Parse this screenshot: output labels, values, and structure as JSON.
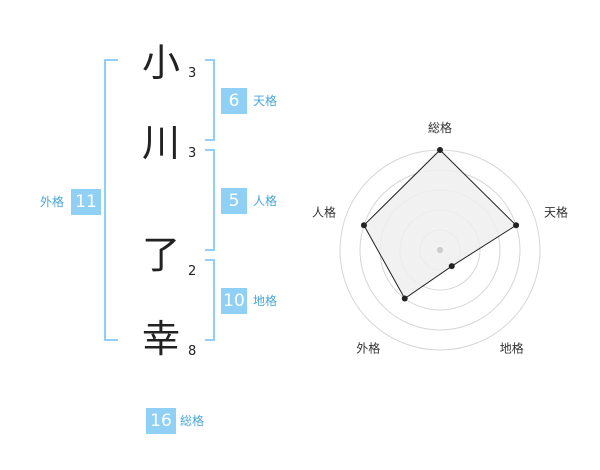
{
  "name_chars": [
    {
      "char": "小",
      "strokes": "3"
    },
    {
      "char": "川",
      "strokes": "3"
    },
    {
      "char": "了",
      "strokes": "2"
    },
    {
      "char": "幸",
      "strokes": "8"
    }
  ],
  "kaku": {
    "tenkaku": {
      "value": "6",
      "label": "天格"
    },
    "jinkaku": {
      "value": "5",
      "label": "人格"
    },
    "chikaku": {
      "value": "10",
      "label": "地格"
    },
    "gaikaku": {
      "value": "11",
      "label": "外格"
    },
    "soukaku": {
      "value": "16",
      "label": "総格"
    }
  },
  "colors": {
    "accent": "#8fd0f4",
    "accent_text": "#4aa6da",
    "radar_fill": "#eeeeee",
    "radar_line": "#222222"
  },
  "chart_data": {
    "type": "radar",
    "axes": [
      "総格",
      "天格",
      "地格",
      "外格",
      "人格"
    ],
    "values": [
      5,
      4,
      1,
      3,
      4
    ],
    "max": 5,
    "rings": 5
  }
}
